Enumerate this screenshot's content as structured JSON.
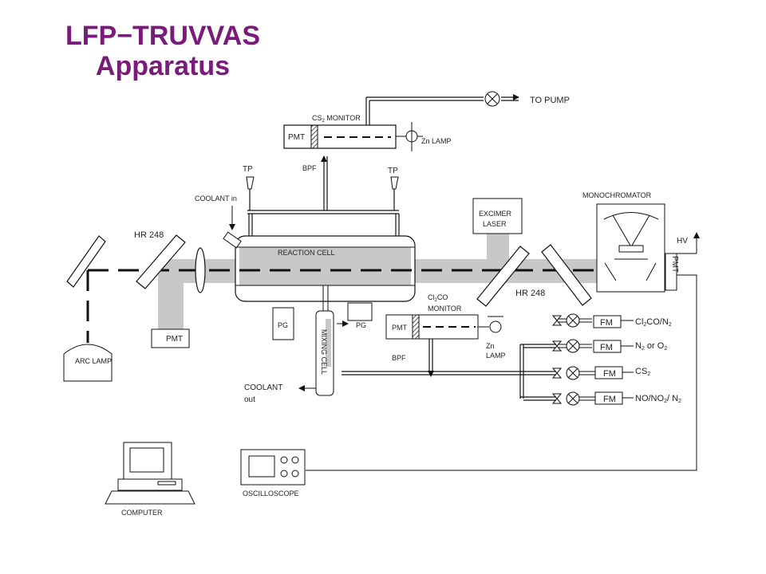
{
  "title": {
    "line1": "LFP−TRUVVAS",
    "line2": "Apparatus"
  },
  "colors": {
    "title": "#7a1a7a",
    "beam_path": "#c8c8c8",
    "line": "#111111"
  },
  "labels": {
    "to_pump": "TO PUMP",
    "cs2_monitor_prefix": "CS",
    "cs2_monitor_sub": "2",
    "cs2_monitor_suffix": " MONITOR",
    "pmt": "PMT",
    "zn_lamp": "Zn LAMP",
    "tp": "TP",
    "bpf": "BPF",
    "coolant_in": "COOLANT in",
    "excimer_line1": "EXCIMER",
    "excimer_line2": "LASER",
    "monochromator": "MONOCHROMATOR",
    "hv": "HV",
    "hr248": "HR 248",
    "reaction_cell": "REACTION CELL",
    "cl2co_monitor_l1_prefix": "Cl",
    "cl2co_monitor_l1_sub": "2",
    "cl2co_monitor_l1_suffix": "CO",
    "cl2co_monitor_l2": "MONITOR",
    "pg": "PG",
    "mixing_cell": "MIXING CELL",
    "zn": "Zn",
    "lamp": "LAMP",
    "arc_lamp": "ARC LAMP",
    "coolant_out_l1": "COOLANT",
    "coolant_out_l2": "out",
    "fm": "FM",
    "gas1_a": "Cl",
    "gas1_b": "2",
    "gas1_c": "CO/N",
    "gas1_d": "2",
    "gas2_a": "N",
    "gas2_b": "2",
    "gas2_c": " or O",
    "gas2_d": "2",
    "gas3_a": "CS",
    "gas3_b": "2",
    "gas4_a": "NO/NO",
    "gas4_b": "2",
    "gas4_c": "/ N",
    "gas4_d": "2",
    "computer": "COMPUTER",
    "oscilloscope": "OSCILLOSCOPE"
  }
}
